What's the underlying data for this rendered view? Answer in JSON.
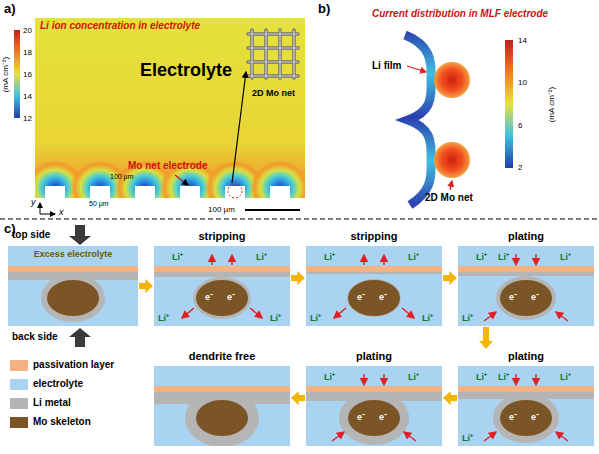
{
  "diagram": {
    "nodes": [
      {
        "text": [
          "Excess electrolyte"
        ]
      },
      {
        "text": [
          "stripping"
        ]
      },
      {
        "text": [
          "stripping"
        ]
      },
      {
        "text": [
          "plating"
        ]
      },
      {
        "text": [
          "plating"
        ]
      },
      {
        "text": [
          "plating"
        ]
      },
      {
        "text": [
          "dendrite free"
        ]
      }
    ],
    "edges": [
      {
        "from": 0,
        "to": 1,
        "arrow": "to"
      },
      {
        "from": 1,
        "to": 2,
        "arrow": "to"
      },
      {
        "from": 2,
        "to": 3,
        "arrow": "to"
      },
      {
        "from": 3,
        "to": 4,
        "arrow": "to"
      },
      {
        "from": 4,
        "to": 5,
        "arrow": "to"
      },
      {
        "from": 5,
        "to": 6,
        "arrow": "to"
      }
    ],
    "labels": [
      "a)",
      "Li ion concentration in electrolyte",
      "Electrolyte",
      "20",
      "18",
      "16",
      "14",
      "12",
      "(mA cm⁻²)",
      "y",
      "x",
      "100 μm",
      "50 μm",
      "100 μm",
      "Mo net electrode",
      "2D Mo net",
      "b)",
      "Current distribution in MLF electrode",
      "Li film",
      "2D Mo net",
      "14",
      "10",
      "6",
      "2",
      "(mA cm⁻²)",
      "c)",
      "top side",
      "back side",
      "Li⁺",
      "Li⁺",
      "Li⁺",
      "Li⁺",
      "e⁻",
      "e⁻",
      "Li⁺",
      "Li⁺",
      "Li⁺",
      "Li⁺",
      "e⁻",
      "e⁻",
      "Li⁺",
      "Li⁺",
      "Li⁺",
      "Li⁺",
      "e⁻",
      "e⁻",
      "Li⁺",
      "Li⁺",
      "Li⁺",
      "Li⁺",
      "e⁻",
      "e⁻",
      "Li⁺",
      "Li⁺",
      "e⁻",
      "e⁻"
    ],
    "legend": [
      {
        "text": "passivation layer",
        "color": "#f4b183"
      },
      {
        "text": "electrolyte",
        "color": "#a9d3f1"
      },
      {
        "text": "Li metal",
        "color": "#b5b5b5"
      },
      {
        "text": "Mo skeleton",
        "color": "#7b5526"
      }
    ]
  }
}
